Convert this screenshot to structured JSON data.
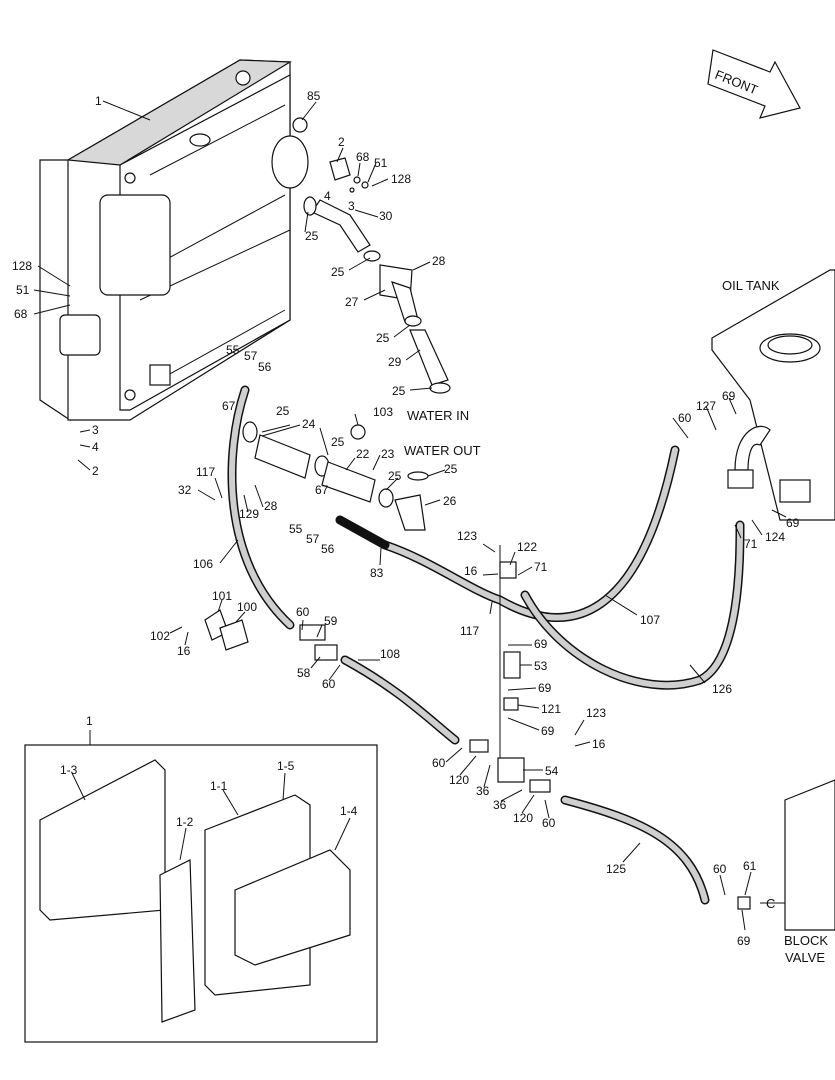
{
  "labels": {
    "front": "FRONT",
    "oil_tank": "OIL TANK",
    "water_in": "WATER IN",
    "water_out": "WATER OUT",
    "block": "BLOCK",
    "valve": "VALVE",
    "port_c": "C"
  },
  "callouts": {
    "p1": "1",
    "p85": "85",
    "p2": "2",
    "p68": "68",
    "p51": "51",
    "p128": "128",
    "p4": "4",
    "p3": "3",
    "p30": "30",
    "p25": "25",
    "p28": "28",
    "p27": "27",
    "p29": "29",
    "p55": "55",
    "p57": "57",
    "p56": "56",
    "p67": "67",
    "p24": "24",
    "p103": "103",
    "p23": "23",
    "p22": "22",
    "p26": "26",
    "p117": "117",
    "p32": "32",
    "p129": "129",
    "p106": "106",
    "p83": "83",
    "p123": "123",
    "p122": "122",
    "p16": "16",
    "p71": "71",
    "p107": "107",
    "p69": "69",
    "p53": "53",
    "p121": "121",
    "p126": "126",
    "p127": "127",
    "p60": "60",
    "p124": "124",
    "p101": "101",
    "p100": "100",
    "p102": "102",
    "p59": "59",
    "p58": "58",
    "p108": "108",
    "p120": "120",
    "p36": "36",
    "p54": "54",
    "p125": "125",
    "p61": "61",
    "i1": "1",
    "i13": "1-3",
    "i11": "1-1",
    "i15": "1-5",
    "i12": "1-2",
    "i14": "1-4"
  }
}
